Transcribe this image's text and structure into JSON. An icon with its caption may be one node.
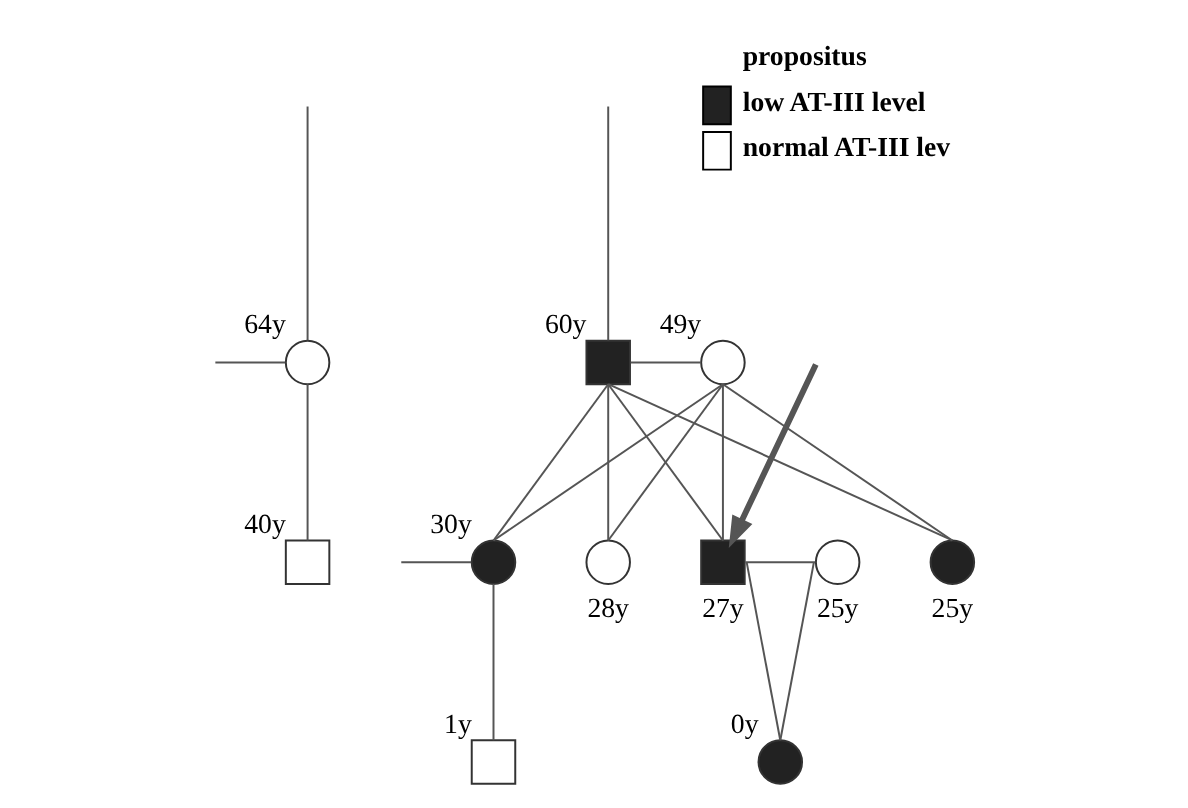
{
  "diagram": {
    "nodes": [
      {
        "text": [
          "64y"
        ]
      },
      {
        "text": [
          "60y"
        ]
      },
      {
        "text": [
          "49y"
        ]
      },
      {
        "text": [
          "40y"
        ]
      },
      {
        "text": [
          "30y"
        ]
      },
      {
        "text": [
          "28y"
        ]
      },
      {
        "text": [
          "27y"
        ]
      },
      {
        "text": [
          "25y"
        ]
      },
      {
        "text": [
          "25y"
        ]
      },
      {
        "text": [
          "1y"
        ]
      },
      {
        "text": [
          "0y"
        ]
      }
    ],
    "edges": [
      {
        "from": null,
        "to": 0,
        "arrow": "none"
      },
      {
        "from": null,
        "to": 1,
        "arrow": "none"
      },
      {
        "from": null,
        "to": 0,
        "arrow": "none"
      },
      {
        "from": 1,
        "to": 2,
        "arrow": "none"
      },
      {
        "from": 0,
        "to": 3,
        "arrow": "none"
      },
      {
        "from": 1,
        "to": 4,
        "arrow": "none"
      },
      {
        "from": 2,
        "to": 4,
        "arrow": "none"
      },
      {
        "from": 1,
        "to": 5,
        "arrow": "none"
      },
      {
        "from": 2,
        "to": 5,
        "arrow": "none"
      },
      {
        "from": 1,
        "to": 6,
        "arrow": "none"
      },
      {
        "from": 2,
        "to": 6,
        "arrow": "none"
      },
      {
        "from": 1,
        "to": 8,
        "arrow": "none"
      },
      {
        "from": 2,
        "to": 8,
        "arrow": "none"
      },
      {
        "from": null,
        "to": 4,
        "arrow": "none"
      },
      {
        "from": 4,
        "to": 9,
        "arrow": "none"
      },
      {
        "from": 6,
        "to": 7,
        "arrow": "none"
      },
      {
        "from": 6,
        "to": 10,
        "arrow": "none"
      },
      {
        "from": 7,
        "to": 10,
        "arrow": "none"
      },
      {
        "from": null,
        "to": 6,
        "arrow": "to",
        "style": "thick"
      }
    ],
    "legend": [
      {
        "text": "propositus"
      },
      {
        "text": "low AT-III level",
        "color": "#222222"
      },
      {
        "text": "normal AT-III lev",
        "color": "#ffffff"
      }
    ]
  }
}
